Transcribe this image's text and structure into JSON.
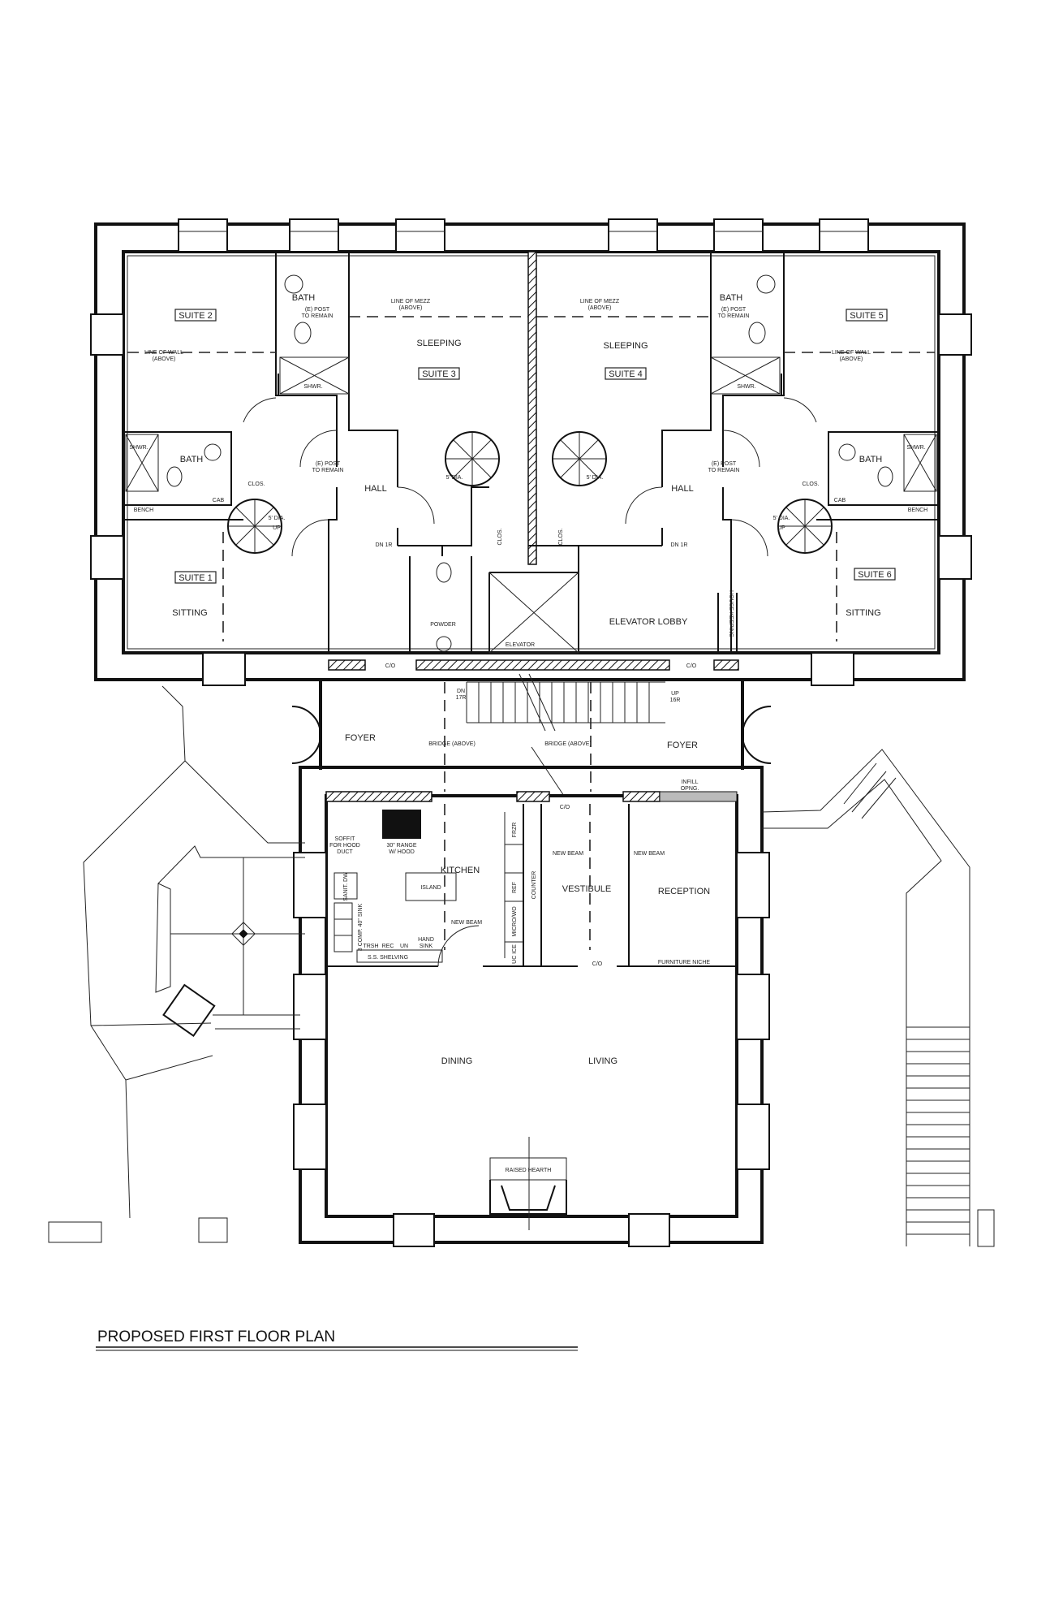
{
  "title": "PROPOSED FIRST FLOOR PLAN",
  "labels": {
    "suite1": "SUITE 1",
    "suite2": "SUITE 2",
    "suite3": "SUITE 3",
    "suite4": "SUITE 4",
    "suite5": "SUITE 5",
    "suite6": "SUITE 6",
    "sitting": "SITTING",
    "sleeping": "SLEEPING",
    "bath": "BATH",
    "hall": "HALL",
    "powder": "POWDER",
    "elevator": "ELEVATOR",
    "elevator_lobby": "ELEVATOR LOBBY",
    "housekeeping": "HOUSE KEEPING",
    "foyer": "FOYER",
    "kitchen": "KITCHEN",
    "vestibule": "VESTIBULE",
    "reception": "RECEPTION",
    "dining": "DINING",
    "living": "LIVING",
    "line_of_wall": "LINE OF WALL",
    "line_of_mezz": "LINE OF MEZZ",
    "above": "(ABOVE)",
    "post1": "(E) POST",
    "post2": "TO REMAIN",
    "shwr": "SHWR.",
    "bench": "BENCH",
    "cab": "CAB",
    "clos": "CLOS.",
    "dia": "5' DIA.",
    "up": "UP",
    "dn1r": "DN 1R",
    "co": "C/O",
    "dn17r_1": "DN",
    "dn17r_2": "17R",
    "up16r_1": "UP",
    "up16r_2": "16R",
    "bridge": "BRIDGE (ABOVE)",
    "infill1": "INFILL",
    "infill2": "OPNG.",
    "soffit1": "SOFFIT",
    "soffit2": "FOR HOOD",
    "soffit3": "DUCT",
    "range1": "30\" RANGE",
    "range2": "W/ HOOD",
    "island": "ISLAND",
    "new_beam": "NEW BEAM",
    "sanit": "SANIT. DW",
    "sink": "3 COMP. 40\" SINK",
    "trsh": "TRSH",
    "rec": "REC",
    "un": "UN",
    "hand1": "HAND",
    "hand2": "SINK",
    "shelving": "S.S. SHELVING",
    "frzr": "FRZR",
    "ref": "REF",
    "micro": "MICRO/WO",
    "ice": "UC ICE",
    "counter": "COUNTER",
    "furniture_niche": "FURNITURE NICHE",
    "raised_hearth": "RAISED HEARTH"
  }
}
